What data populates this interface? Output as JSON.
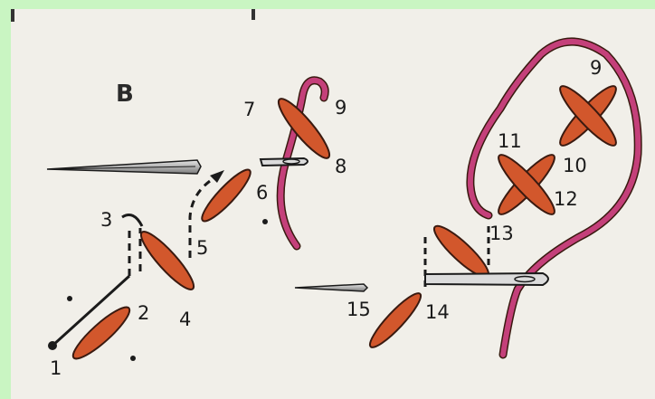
{
  "diagram": {
    "title": "B",
    "colors": {
      "background": "#c9f5c2",
      "paper": "#f1efe9",
      "stitch": "#d2572c",
      "stitch_outline": "#3a1a10",
      "thread": "#c4407a",
      "needle": "#2a2a2a"
    },
    "labels": [
      "1",
      "2",
      "3",
      "4",
      "5",
      "6",
      "7",
      "8",
      "9",
      "11",
      "10",
      "12",
      "13",
      "15",
      "14"
    ]
  }
}
